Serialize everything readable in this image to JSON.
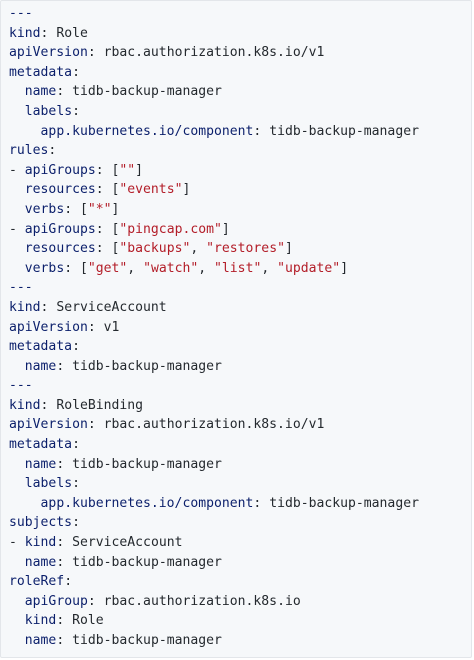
{
  "code_view": {
    "lines": [
      [
        {
          "t": "sep",
          "v": "---"
        }
      ],
      [
        {
          "t": "k",
          "v": "kind"
        },
        {
          "t": "p",
          "v": ": "
        },
        {
          "t": "v",
          "v": "Role"
        }
      ],
      [
        {
          "t": "k",
          "v": "apiVersion"
        },
        {
          "t": "p",
          "v": ": "
        },
        {
          "t": "v",
          "v": "rbac.authorization.k8s.io/v1"
        }
      ],
      [
        {
          "t": "k",
          "v": "metadata"
        },
        {
          "t": "p",
          "v": ":"
        }
      ],
      [
        {
          "t": "p",
          "v": "  "
        },
        {
          "t": "k",
          "v": "name"
        },
        {
          "t": "p",
          "v": ": "
        },
        {
          "t": "v",
          "v": "tidb-backup-manager"
        }
      ],
      [
        {
          "t": "p",
          "v": "  "
        },
        {
          "t": "k",
          "v": "labels"
        },
        {
          "t": "p",
          "v": ":"
        }
      ],
      [
        {
          "t": "p",
          "v": "    "
        },
        {
          "t": "k",
          "v": "app.kubernetes.io/component"
        },
        {
          "t": "p",
          "v": ": "
        },
        {
          "t": "v",
          "v": "tidb-backup-manager"
        }
      ],
      [
        {
          "t": "k",
          "v": "rules"
        },
        {
          "t": "p",
          "v": ":"
        }
      ],
      [
        {
          "t": "p",
          "v": "- "
        },
        {
          "t": "k",
          "v": "apiGroups"
        },
        {
          "t": "p",
          "v": ": ["
        },
        {
          "t": "s",
          "v": "\"\""
        },
        {
          "t": "p",
          "v": "]"
        }
      ],
      [
        {
          "t": "p",
          "v": "  "
        },
        {
          "t": "k",
          "v": "resources"
        },
        {
          "t": "p",
          "v": ": ["
        },
        {
          "t": "s",
          "v": "\"events\""
        },
        {
          "t": "p",
          "v": "]"
        }
      ],
      [
        {
          "t": "p",
          "v": "  "
        },
        {
          "t": "k",
          "v": "verbs"
        },
        {
          "t": "p",
          "v": ": ["
        },
        {
          "t": "s",
          "v": "\"*\""
        },
        {
          "t": "p",
          "v": "]"
        }
      ],
      [
        {
          "t": "p",
          "v": "- "
        },
        {
          "t": "k",
          "v": "apiGroups"
        },
        {
          "t": "p",
          "v": ": ["
        },
        {
          "t": "s",
          "v": "\"pingcap.com\""
        },
        {
          "t": "p",
          "v": "]"
        }
      ],
      [
        {
          "t": "p",
          "v": "  "
        },
        {
          "t": "k",
          "v": "resources"
        },
        {
          "t": "p",
          "v": ": ["
        },
        {
          "t": "s",
          "v": "\"backups\""
        },
        {
          "t": "p",
          "v": ", "
        },
        {
          "t": "s",
          "v": "\"restores\""
        },
        {
          "t": "p",
          "v": "]"
        }
      ],
      [
        {
          "t": "p",
          "v": "  "
        },
        {
          "t": "k",
          "v": "verbs"
        },
        {
          "t": "p",
          "v": ": ["
        },
        {
          "t": "s",
          "v": "\"get\""
        },
        {
          "t": "p",
          "v": ", "
        },
        {
          "t": "s",
          "v": "\"watch\""
        },
        {
          "t": "p",
          "v": ", "
        },
        {
          "t": "s",
          "v": "\"list\""
        },
        {
          "t": "p",
          "v": ", "
        },
        {
          "t": "s",
          "v": "\"update\""
        },
        {
          "t": "p",
          "v": "]"
        }
      ],
      [
        {
          "t": "sep",
          "v": "---"
        }
      ],
      [
        {
          "t": "k",
          "v": "kind"
        },
        {
          "t": "p",
          "v": ": "
        },
        {
          "t": "v",
          "v": "ServiceAccount"
        }
      ],
      [
        {
          "t": "k",
          "v": "apiVersion"
        },
        {
          "t": "p",
          "v": ": "
        },
        {
          "t": "v",
          "v": "v1"
        }
      ],
      [
        {
          "t": "k",
          "v": "metadata"
        },
        {
          "t": "p",
          "v": ":"
        }
      ],
      [
        {
          "t": "p",
          "v": "  "
        },
        {
          "t": "k",
          "v": "name"
        },
        {
          "t": "p",
          "v": ": "
        },
        {
          "t": "v",
          "v": "tidb-backup-manager"
        }
      ],
      [
        {
          "t": "sep",
          "v": "---"
        }
      ],
      [
        {
          "t": "k",
          "v": "kind"
        },
        {
          "t": "p",
          "v": ": "
        },
        {
          "t": "v",
          "v": "RoleBinding"
        }
      ],
      [
        {
          "t": "k",
          "v": "apiVersion"
        },
        {
          "t": "p",
          "v": ": "
        },
        {
          "t": "v",
          "v": "rbac.authorization.k8s.io/v1"
        }
      ],
      [
        {
          "t": "k",
          "v": "metadata"
        },
        {
          "t": "p",
          "v": ":"
        }
      ],
      [
        {
          "t": "p",
          "v": "  "
        },
        {
          "t": "k",
          "v": "name"
        },
        {
          "t": "p",
          "v": ": "
        },
        {
          "t": "v",
          "v": "tidb-backup-manager"
        }
      ],
      [
        {
          "t": "p",
          "v": "  "
        },
        {
          "t": "k",
          "v": "labels"
        },
        {
          "t": "p",
          "v": ":"
        }
      ],
      [
        {
          "t": "p",
          "v": "    "
        },
        {
          "t": "k",
          "v": "app.kubernetes.io/component"
        },
        {
          "t": "p",
          "v": ": "
        },
        {
          "t": "v",
          "v": "tidb-backup-manager"
        }
      ],
      [
        {
          "t": "k",
          "v": "subjects"
        },
        {
          "t": "p",
          "v": ":"
        }
      ],
      [
        {
          "t": "p",
          "v": "- "
        },
        {
          "t": "k",
          "v": "kind"
        },
        {
          "t": "p",
          "v": ": "
        },
        {
          "t": "v",
          "v": "ServiceAccount"
        }
      ],
      [
        {
          "t": "p",
          "v": "  "
        },
        {
          "t": "k",
          "v": "name"
        },
        {
          "t": "p",
          "v": ": "
        },
        {
          "t": "v",
          "v": "tidb-backup-manager"
        }
      ],
      [
        {
          "t": "k",
          "v": "roleRef"
        },
        {
          "t": "p",
          "v": ":"
        }
      ],
      [
        {
          "t": "p",
          "v": "  "
        },
        {
          "t": "k",
          "v": "apiGroup"
        },
        {
          "t": "p",
          "v": ": "
        },
        {
          "t": "v",
          "v": "rbac.authorization.k8s.io"
        }
      ],
      [
        {
          "t": "p",
          "v": "  "
        },
        {
          "t": "k",
          "v": "kind"
        },
        {
          "t": "p",
          "v": ": "
        },
        {
          "t": "v",
          "v": "Role"
        }
      ],
      [
        {
          "t": "p",
          "v": "  "
        },
        {
          "t": "k",
          "v": "name"
        },
        {
          "t": "p",
          "v": ": "
        },
        {
          "t": "v",
          "v": "tidb-backup-manager"
        }
      ]
    ]
  },
  "colors": {
    "background": "#f6f8fa",
    "key": "#0b1f6b",
    "string": "#b31d28",
    "plain": "#24292e"
  }
}
